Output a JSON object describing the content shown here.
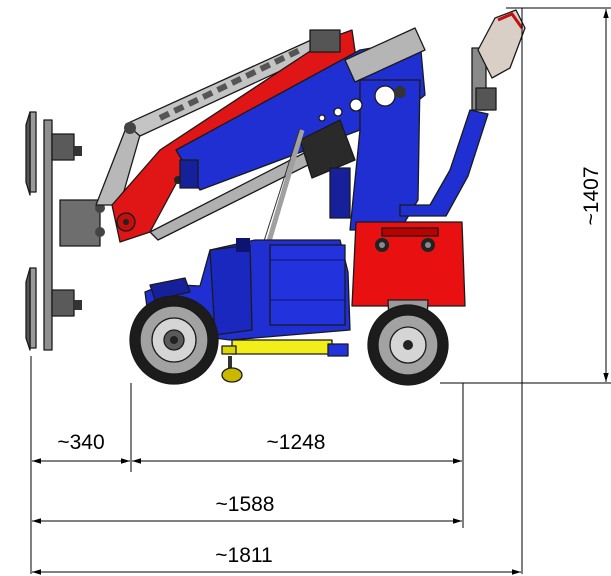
{
  "colors": {
    "body_blue": "#1f2fd1",
    "body_blue_dark": "#16209a",
    "boom_red": "#e01515",
    "counterweight_red": "#e81010",
    "steel_grey": "#a8a8a8",
    "rail_yellow": "#f2ee1a",
    "tire_grey": "#7a7a7a",
    "line_black": "#000000"
  },
  "dimensions": {
    "height_total": "~1407",
    "front_overhang": "~340",
    "wheelbase": "~1248",
    "length_to_rear_wheel": "~1588",
    "length_total": "~1811"
  }
}
